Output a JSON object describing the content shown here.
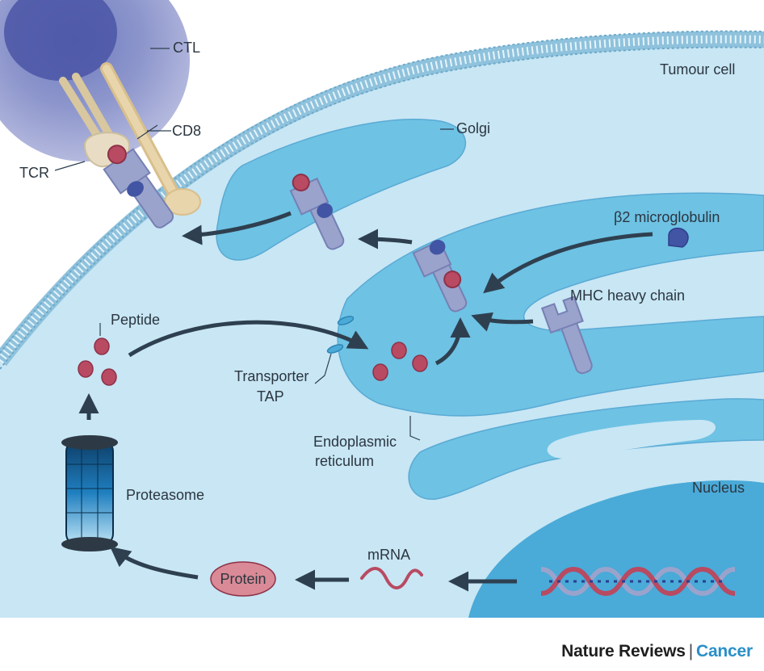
{
  "labels": {
    "ctl": "CTL",
    "tumour_cell": "Tumour cell",
    "cd8": "CD8",
    "golgi": "Golgi",
    "tcr": "TCR",
    "b2m": "β2 microglobulin",
    "mhc_heavy_chain": "MHC heavy chain",
    "peptide": "Peptide",
    "transporter_line1": "Transporter",
    "transporter_line2": "TAP",
    "er_line1": "Endoplasmic",
    "er_line2": "reticulum",
    "proteasome": "Proteasome",
    "nucleus": "Nucleus",
    "mrna": "mRNA",
    "protein": "Protein"
  },
  "footer": {
    "journal": "Nature Reviews",
    "separator": "|",
    "section": "Cancer"
  },
  "colors": {
    "cytoplasm": "#c8e6f4",
    "membrane": "#8fc2dc",
    "organelle": "#6ec2e4",
    "nucleus": "#4aaad8",
    "ctl": "#9fa6d2",
    "mhc": "#9aa3cc",
    "peptide": "#b84a62",
    "cd8": "#e6cfa2",
    "arrow": "#2e4050",
    "protein": "#d98a96",
    "proteasome_dark": "#0d5d8f",
    "accent": "#2a8fc8"
  }
}
